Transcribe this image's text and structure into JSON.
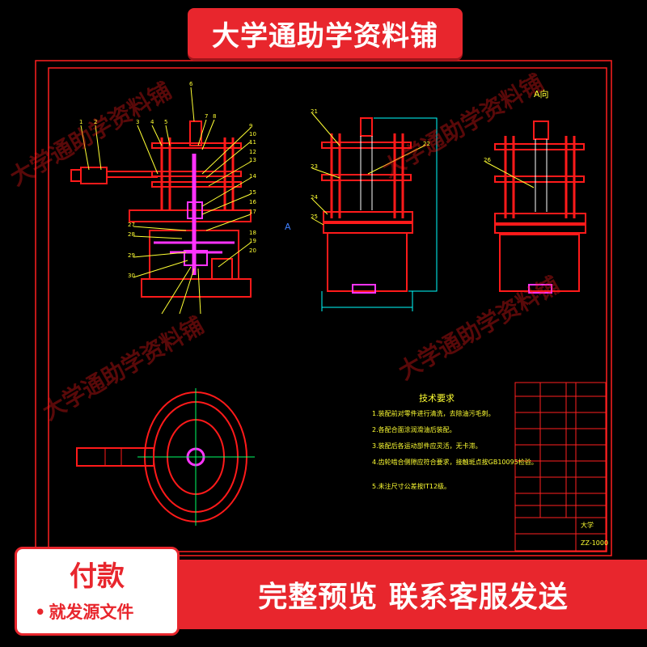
{
  "banner_top": "大学通助学资料铺",
  "watermark": "大学通助学资料铺",
  "view_label_a": "A向",
  "view_label_b": "A",
  "tech_title": "技术要求",
  "tech_lines": [
    "1.装配前对零件进行清洗，去除油污毛刺。",
    "2.各配合面涂润滑油后装配。",
    "3.装配后各运动部件应灵活，无卡滞。",
    "4.齿轮啮合侧隙应符合要求，接触斑点按GB10095检验。",
    "5.未注尺寸公差按IT12级。"
  ],
  "title_block": {
    "school": "大学",
    "drawing_no": "ZZ-1000"
  },
  "part_numbers_left": [
    "1",
    "2",
    "3",
    "4",
    "5",
    "6",
    "7",
    "8",
    "9",
    "10",
    "11",
    "12",
    "13",
    "14",
    "15",
    "16",
    "17",
    "18",
    "19",
    "20",
    "21",
    "22",
    "23",
    "24",
    "25",
    "26",
    "27",
    "28",
    "29",
    "30"
  ],
  "pay": {
    "title": "付款",
    "subtitle": "就发源文件",
    "bullet": "•"
  },
  "bottom_bar": "完整预览  联系客服发送",
  "colors": {
    "red": "#e8262d",
    "drawing_red": "#ff1a1a",
    "magenta": "#ff33ff",
    "cyan": "#00ffff",
    "yellow": "#ffff33",
    "frame": "#ff2020"
  }
}
